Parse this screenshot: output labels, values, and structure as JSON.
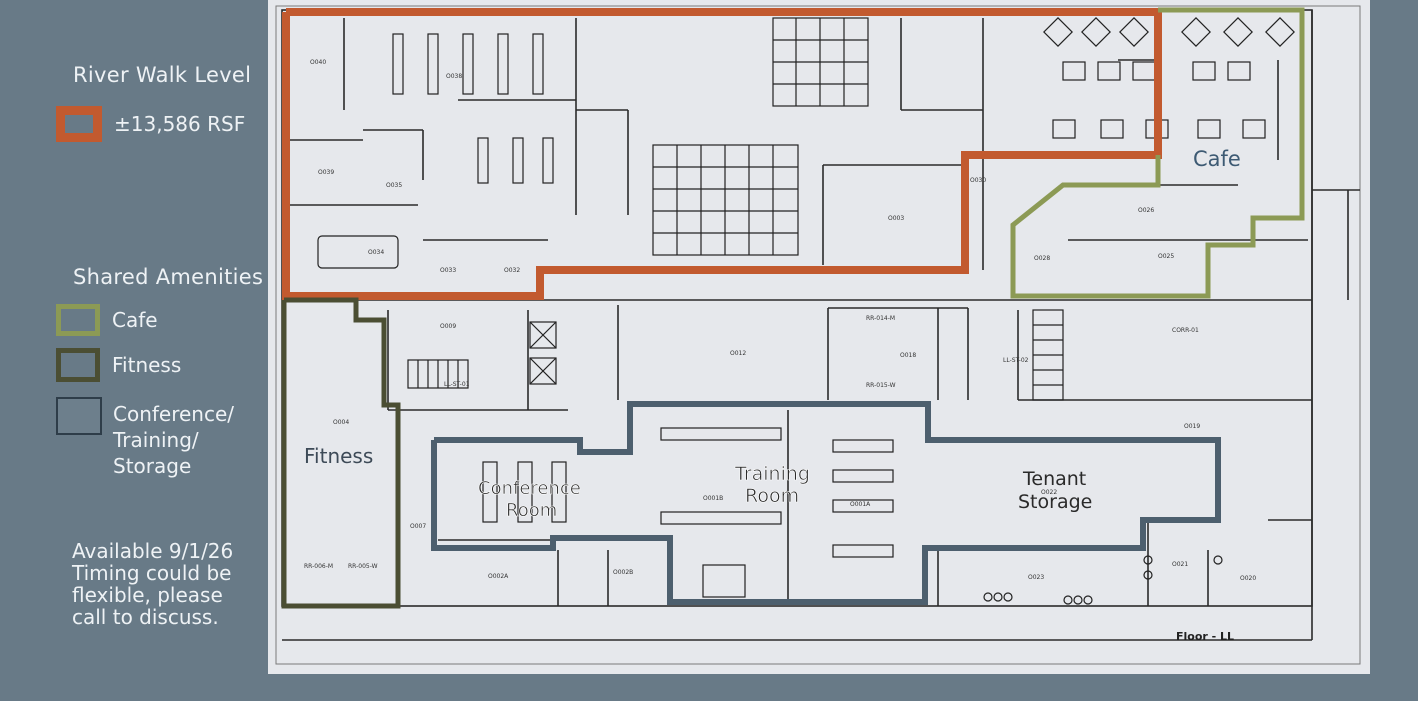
{
  "legend": {
    "title_main": "River Walk Level",
    "main_area": {
      "label": "±13,586 RSF",
      "color": "#c25a2f"
    },
    "title_shared": "Shared Amenities",
    "amenities": [
      {
        "label": "Cafe",
        "color": "#8c9a55"
      },
      {
        "label": "Fitness",
        "color": "#4b4e33"
      },
      {
        "label": "Conference/ Training/ Storage",
        "lines": [
          "Conference/",
          "Training/",
          "Storage"
        ],
        "color": "#4d5f6e"
      }
    ]
  },
  "availability": {
    "lines": [
      "Available 9/1/26",
      "Timing could be",
      "flexible, please",
      "call to discuss."
    ]
  },
  "plan": {
    "floor_label": "Floor - LL",
    "zone_labels": {
      "cafe": "Cafe",
      "fitness": "Fitness",
      "conference": [
        "Conference",
        "Room"
      ],
      "training": [
        "Training",
        "Room"
      ],
      "tenant_storage": [
        "Tenant",
        "Storage"
      ]
    },
    "room_codes": [
      "O040",
      "O038",
      "O039",
      "O035",
      "O034",
      "O033",
      "O032",
      "O003",
      "O030",
      "O028",
      "O026",
      "O025",
      "O009",
      "O012",
      "O004",
      "O007",
      "O002A",
      "O002B",
      "O001B",
      "O001A",
      "O022",
      "O023",
      "O021",
      "O020",
      "O019",
      "O018",
      "CORR-01",
      "LL-ST-01",
      "LL-ST-02",
      "RR-014-M",
      "RR-015-W",
      "RR-006-M",
      "RR-005-W"
    ]
  }
}
